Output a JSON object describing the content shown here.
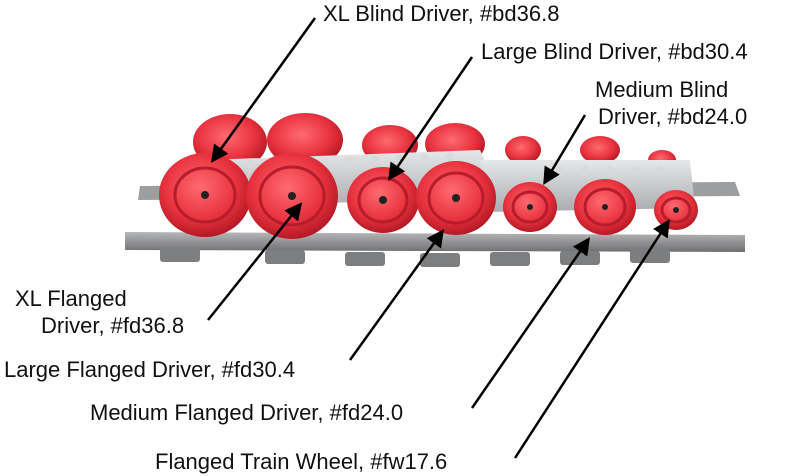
{
  "labels": {
    "xl_blind": "XL Blind Driver, #bd36.8",
    "large_blind": "Large Blind Driver, #bd30.4",
    "medium_blind_line1": "Medium Blind",
    "medium_blind_line2": "Driver, #bd24.0",
    "xl_flanged_line1": "XL Flanged",
    "xl_flanged_line2": "Driver, #fd36.8",
    "large_flanged": "Large Flanged Driver, #fd30.4",
    "medium_flanged": "Medium Flanged Driver, #fd24.0",
    "flanged_train": "Flanged Train Wheel, #fw17.6"
  },
  "colors": {
    "wheel_red": "#e8323f",
    "wheel_dark": "#b71c2a",
    "plate_gray": "#c8c9cb",
    "track_gray": "#8a8b8d",
    "arrow": "#000000"
  }
}
